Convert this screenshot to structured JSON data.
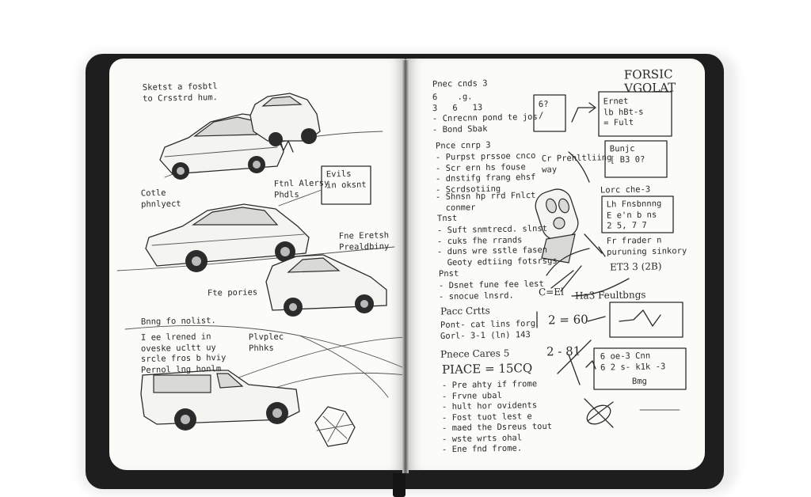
{
  "left_page": {
    "title_note": "Sketst a fosbtl\nto Crsstrd hum.",
    "side_note_1": "Cotle\nphnlyect",
    "side_note_2": "Ftnl Alersy\nPhdls",
    "box_note": "Evils\nin oksnt",
    "side_note_3": "Fne Eretsh\nPrealdbiny",
    "side_note_4": "Fte pories",
    "list_title": "Bnng fo nolist.",
    "list_items": [
      "I ee lrened in",
      "oveske ucltt uy",
      "srcle fros b hviy",
      "Pernol lng honlm"
    ],
    "side_note_5": "Plvplec\nPhhks"
  },
  "right_page": {
    "header": "FORSIC\nVGOLAT",
    "section_1_title": "Pnec cnds 3",
    "section_1_lines": [
      "6    .g.",
      "3   6   13",
      "- Cnrecnn pond te jos",
      "- Bond Sbak"
    ],
    "section_2_title": "Pnce cnrp 3",
    "section_2_lines": [
      "- Purpst prssoe cnco",
      "- Scr ern hs fouse",
      "- dnstifg frang ehsf",
      "- Scrdsotiing"
    ],
    "section_3_lines": [
      "- Shnsn hp rrd Fnlct",
      "  conmer"
    ],
    "section_4_title": "Tnst",
    "section_4_lines": [
      "- Suft snmtrecd. slnst",
      "- cuks fhe rrands",
      "- duns wre sstle fasen",
      "  Geoty edtiing fotsrsgs"
    ],
    "section_5_title": "Pnst",
    "section_5_lines": [
      "- Dsnet fune fee lest",
      "- snocue lnsrd."
    ],
    "section_6_title": "Pacc Crtts",
    "section_6_lines": [
      "Pont- cat lins forg",
      "Gorl- 3-1 (ln) 143"
    ],
    "section_7_title": "Pnece Cares 5",
    "section_7_formula": "PIACE = 15CQ",
    "section_7_lines": [
      "- Pre ahty if frome",
      "- Frvne ubal",
      "- hult hor ovidents",
      "- Fost tuot lest e",
      "- maed the Dsreus tout",
      "- wste wrts ohal",
      "- Ene fnd frome."
    ],
    "box_1": "Ernet\nlb hBt-s\n= Fult",
    "box_small": "6?\n/",
    "note_fob": "Cr Prehltliing\nway",
    "box_2": "Bunjc\n[ B3 0?",
    "note_lorc": "Lorc che-3",
    "box_3": "Lh Fnsbnnng\nE e'n b ns\n2 5, 7 7",
    "note_frader": "Fr frader n\npuruning sinkory",
    "formula_1": "C=El",
    "formula_2": "ET3 3 (2B)",
    "note_bha": "Ha3 Feultbngs",
    "formula_3": "2 = 60",
    "formula_4": "2 - 81",
    "box_4": "6 oe-3 Cnn\n6 2 s- k1k -3",
    "box_4_sub": "Bmg"
  }
}
